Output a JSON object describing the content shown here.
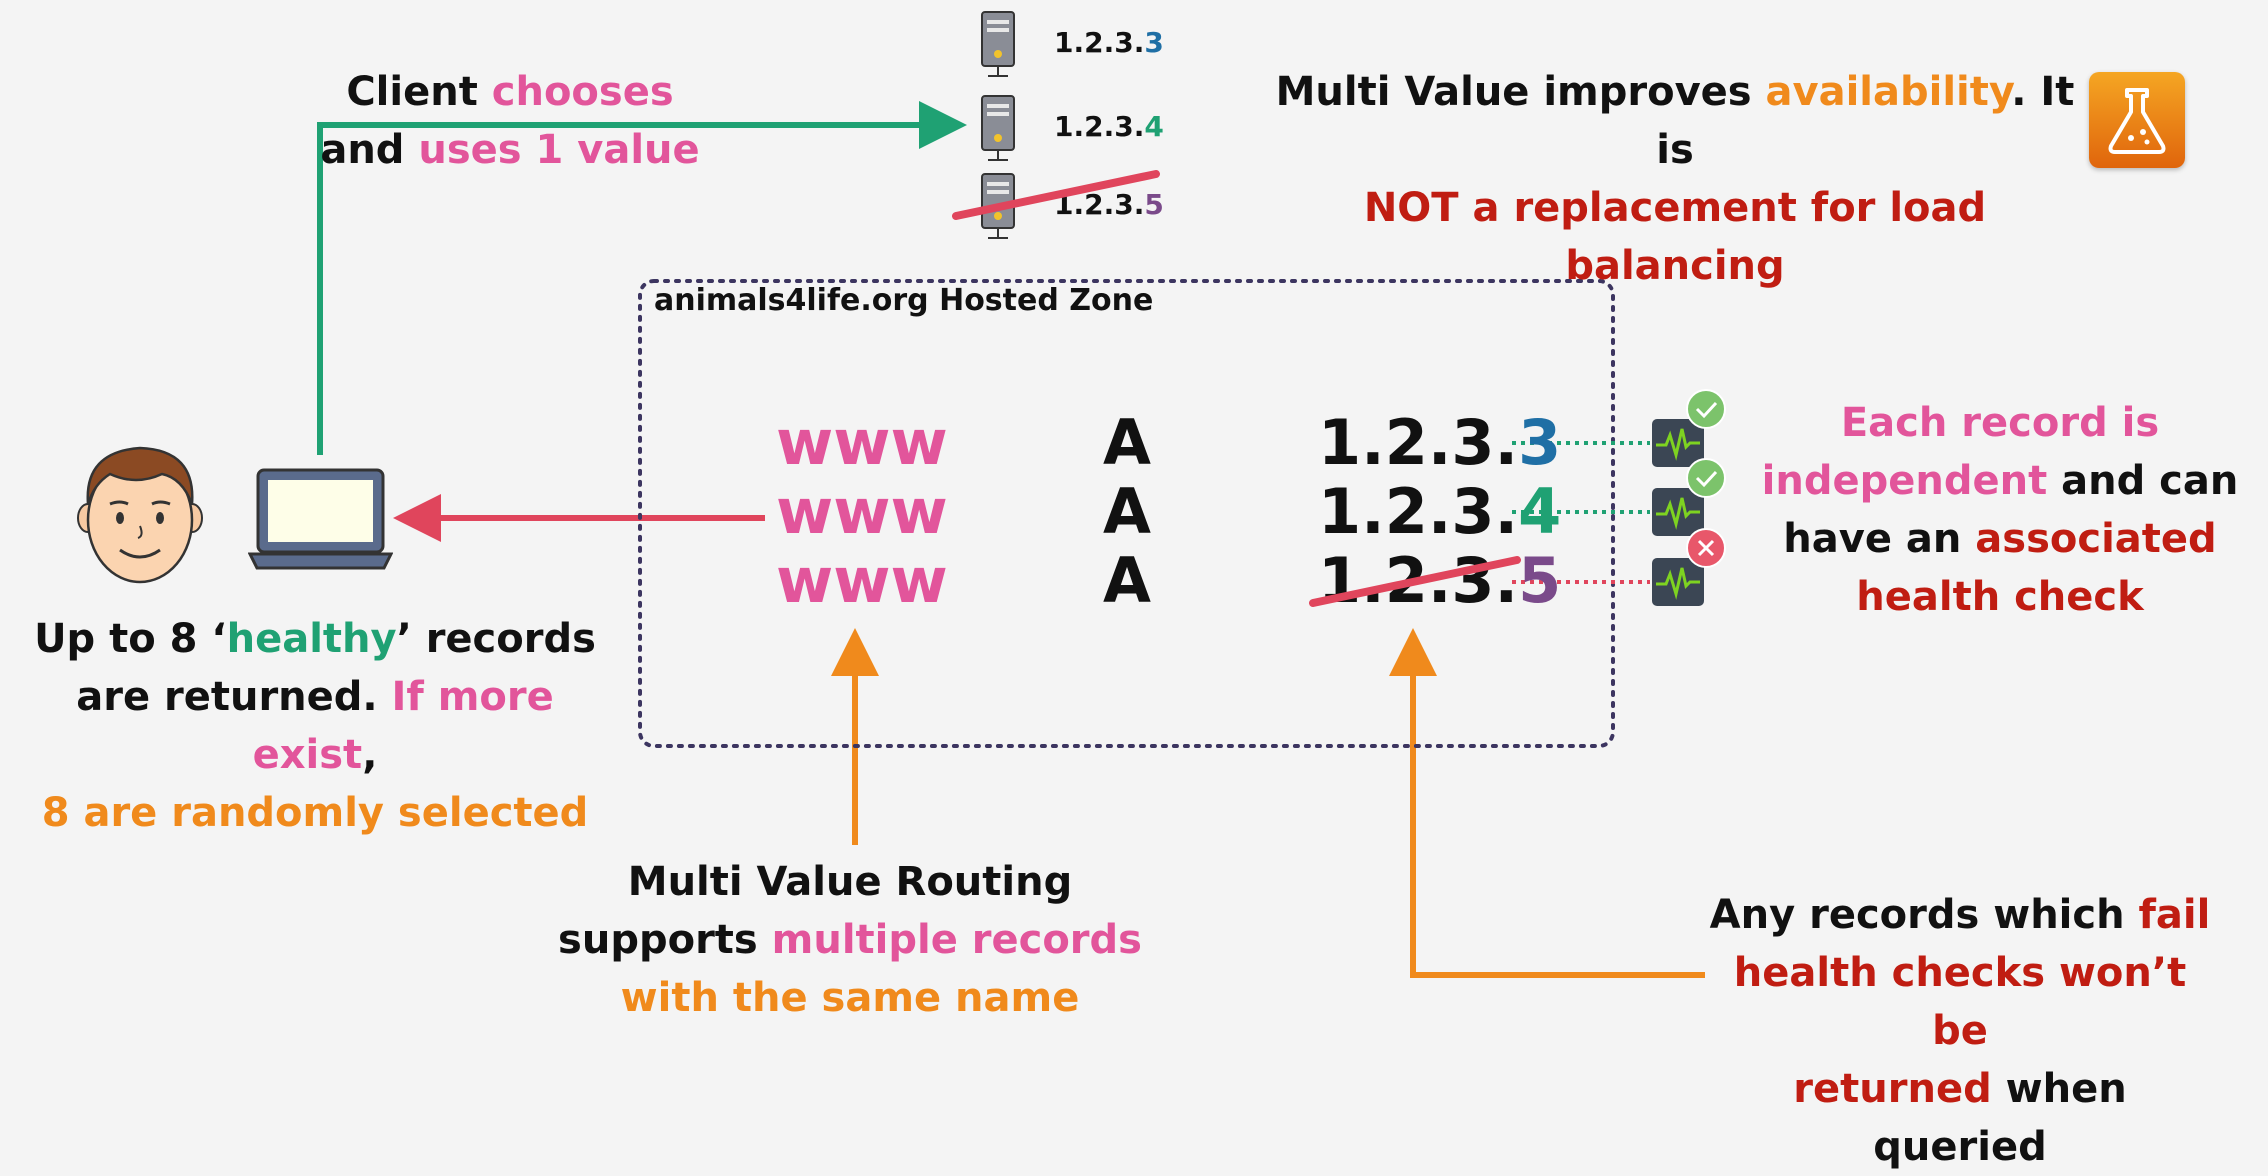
{
  "client_choice": {
    "line1": [
      "Client ",
      "chooses"
    ],
    "line2": [
      "and ",
      "uses 1 value"
    ]
  },
  "servers": [
    {
      "prefix": "1.2.3.",
      "suffix": "3",
      "color": "#1f6fa5",
      "failed": false
    },
    {
      "prefix": "1.2.3.",
      "suffix": "4",
      "color": "#1fa173",
      "failed": false
    },
    {
      "prefix": "1.2.3.",
      "suffix": "5",
      "color": "#7a4a8a",
      "failed": true
    }
  ],
  "availability_note": {
    "line1": [
      "Multi Value improves ",
      "availability",
      ". It is"
    ],
    "line2": "NOT a replacement for load balancing",
    "icon": "flask-icon"
  },
  "hosted_zone": {
    "label": "animals4life.org Hosted Zone",
    "records": [
      {
        "name": "www",
        "type": "A",
        "value_prefix": "1.2.3.",
        "value_suffix": "3",
        "suffix_color": "#1f6fa5",
        "healthy": true
      },
      {
        "name": "www",
        "type": "A",
        "value_prefix": "1.2.3.",
        "value_suffix": "4",
        "suffix_color": "#1fa173",
        "healthy": true
      },
      {
        "name": "www",
        "type": "A",
        "value_prefix": "1.2.3.",
        "value_suffix": "5",
        "suffix_color": "#7a4a8a",
        "healthy": false
      }
    ]
  },
  "records_note": {
    "line1": [
      "Up to 8 ‘",
      "healthy",
      "’ records"
    ],
    "line2": [
      "are returned. ",
      "If more exist",
      ","
    ],
    "line3": "8 are randomly selected"
  },
  "independent_note": {
    "line1": "Each record is",
    "line2": [
      "independent",
      " and can"
    ],
    "line3": [
      "have an ",
      "associated"
    ],
    "line4": "health check"
  },
  "routing_note": {
    "line1": "Multi Value Routing",
    "line2": [
      "supports ",
      "multiple records"
    ],
    "line3": "with the same name"
  },
  "failed_note": {
    "line1": [
      "Any records which ",
      "fail"
    ],
    "line2": "health checks won’t be",
    "line3": [
      "returned",
      " when queried"
    ]
  },
  "colors": {
    "pink": "#e2559b",
    "orange": "#f08a1c",
    "red": "#c01d12",
    "green": "#1fa173",
    "arrow_red": "#e0455c",
    "zone_border": "#3c3560"
  }
}
